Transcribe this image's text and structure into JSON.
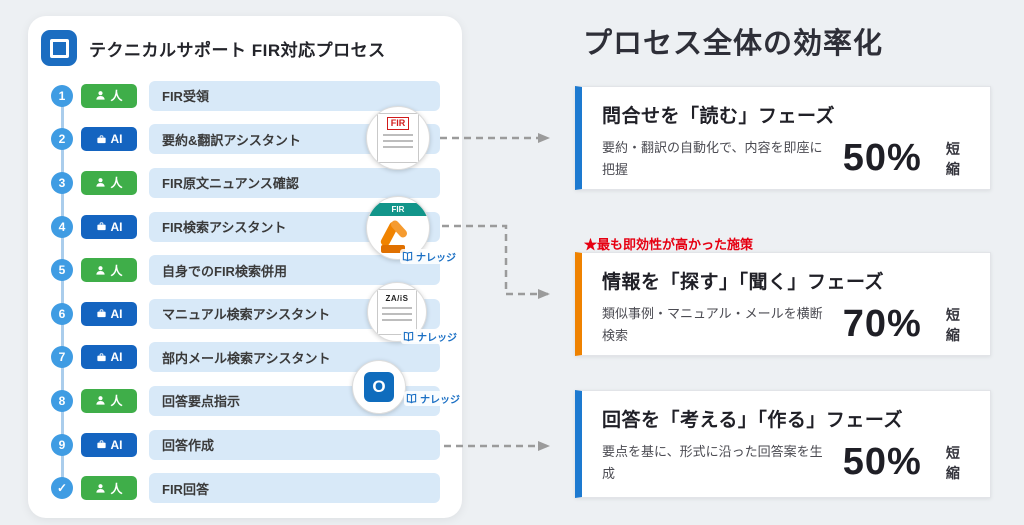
{
  "colors": {
    "accent_blue": "#1d7ad0",
    "accent_orange": "#ef8200",
    "callout_red": "#e60012",
    "badge_human_green": "#3fae49",
    "badge_ai_blue": "#1464c0",
    "step_bar_blue": "#d8e9f8",
    "circle_blue": "#3f9ce3"
  },
  "left_panel": {
    "title": "テクニカルサポート FIR対応プロセス",
    "steps": [
      {
        "num": "1",
        "badge": "人",
        "label": "FIR受領"
      },
      {
        "num": "2",
        "badge": "AI",
        "label": "要約&翻訳アシスタント"
      },
      {
        "num": "3",
        "badge": "人",
        "label": "FIR原文ニュアンス確認"
      },
      {
        "num": "4",
        "badge": "AI",
        "label": "FIR検索アシスタント"
      },
      {
        "num": "5",
        "badge": "人",
        "label": "自身でのFIR検索併用"
      },
      {
        "num": "6",
        "badge": "AI",
        "label": "マニュアル検索アシスタント"
      },
      {
        "num": "7",
        "badge": "AI",
        "label": "部内メール検索アシスタント"
      },
      {
        "num": "8",
        "badge": "人",
        "label": "回答要点指示"
      },
      {
        "num": "9",
        "badge": "AI",
        "label": "回答作成"
      },
      {
        "num": "✓",
        "badge": "人",
        "label": "FIR回答"
      }
    ]
  },
  "thumbnails": {
    "doc": {
      "text": "FIR"
    },
    "robot": {
      "text": "FIR",
      "caption": "ナレッジ"
    },
    "manual": {
      "text": "ZA/iS",
      "caption": "ナレッジ"
    },
    "outlook": {
      "text": "O",
      "caption": "ナレッジ"
    }
  },
  "right_panel": {
    "title": "プロセス全体の効率化",
    "callout": "★最も即効性が高かった施策",
    "boxes": [
      {
        "heading": "問合せを「読む」フェーズ",
        "description": "要約・翻訳の自動化で、内容を即座に把握",
        "value": "50%",
        "unit": "短縮"
      },
      {
        "heading": "情報を「探す」「聞く」フェーズ",
        "description": "類似事例・マニュアル・メールを横断検索",
        "value": "70%",
        "unit": "短縮"
      },
      {
        "heading": "回答を「考える」「作る」フェーズ",
        "description": "要点を基に、形式に沿った回答案を生成",
        "value": "50%",
        "unit": "短縮"
      }
    ]
  }
}
